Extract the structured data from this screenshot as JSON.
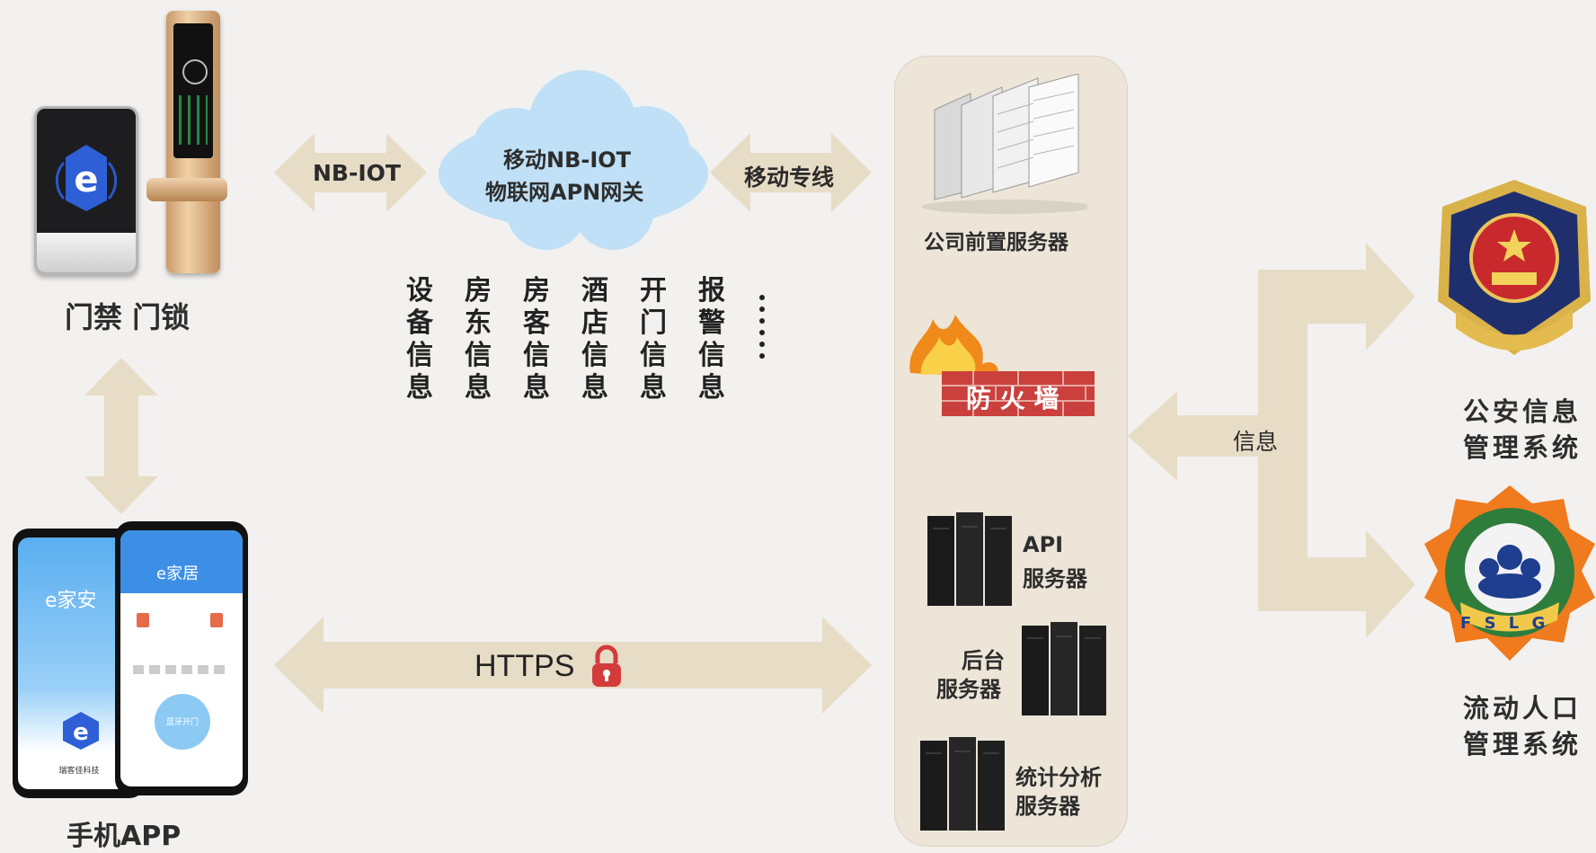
{
  "left": {
    "door_label": "门禁 门锁",
    "app_label": "手机APP",
    "phone1_brand": "e家安",
    "phone2_brand": "e家居",
    "phone1_footer": "瑞客佳科技",
    "phone2_unlock": "蓝牙开门"
  },
  "top": {
    "nbiot_arrow": "NB-IOT",
    "cloud_line1": "移动NB-IOT",
    "cloud_line2": "物联网APN网关",
    "line_arrow": "移动专线"
  },
  "info_columns": [
    [
      "设",
      "备",
      "信",
      "息"
    ],
    [
      "房",
      "东",
      "信",
      "息"
    ],
    [
      "房",
      "客",
      "信",
      "息"
    ],
    [
      "酒",
      "店",
      "信",
      "息"
    ],
    [
      "开",
      "门",
      "信",
      "息"
    ],
    [
      "报",
      "警",
      "信",
      "息"
    ]
  ],
  "https_label": "HTTPS",
  "servers": {
    "front": "公司前置服务器",
    "firewall": "防 火 墙",
    "api_line1": "API",
    "api_line2": "服务器",
    "backend_line1": "后台",
    "backend_line2": "服务器",
    "stats_line1": "统计分析",
    "stats_line2": "服务器"
  },
  "right": {
    "info_arrow": "信息",
    "police_line1": "公安信息",
    "police_line2": "管理系统",
    "floating_line1": "流动人口",
    "floating_line2": "管理系统",
    "floating_badge": "F S L G"
  },
  "colors": {
    "arrow": "#e7dcc6",
    "panel": "#ece5d8",
    "cloud": "#bfe0f6",
    "brick": "#c9403d",
    "lock": "#d43b3b"
  }
}
